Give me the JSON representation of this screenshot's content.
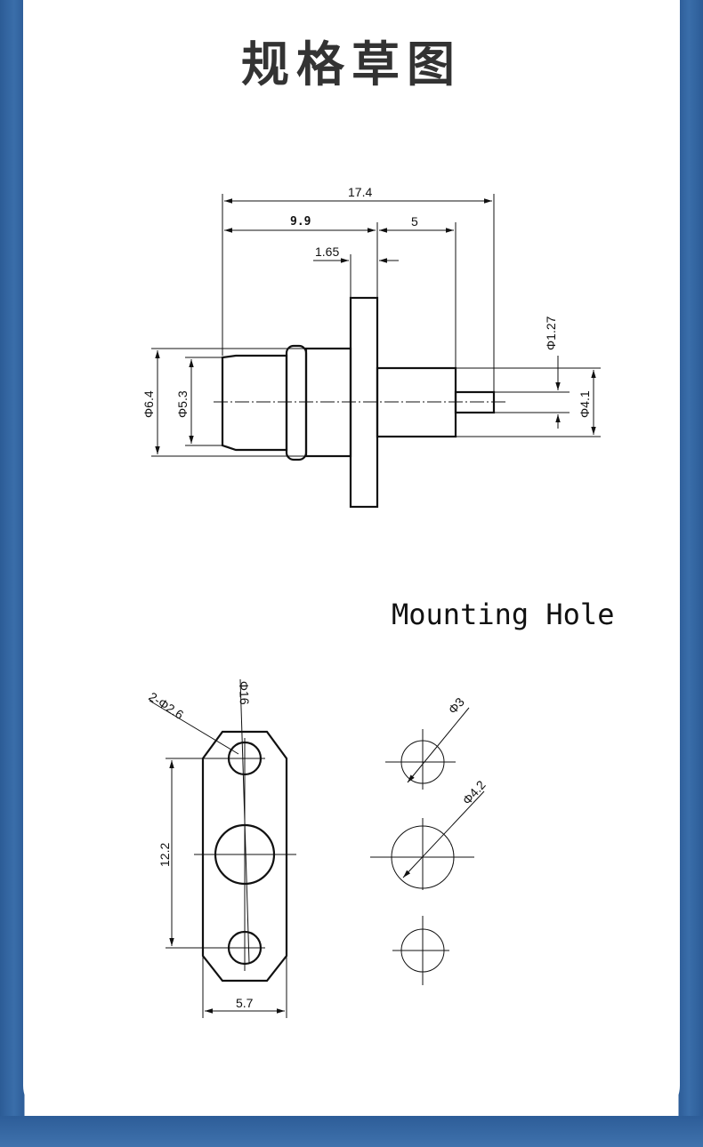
{
  "header": {
    "title": "规格草图"
  },
  "side_view": {
    "dim_total_length": "17.4",
    "dim_front_length": "9.9",
    "dim_rear_length": "5",
    "dim_flange_thickness": "1.65",
    "dim_outer_diameter": "Φ6.4",
    "dim_nose_diameter": "Φ5.3",
    "dim_pin_diameter": "Φ1.27",
    "dim_rear_diameter": "Φ4.1"
  },
  "mounting": {
    "title": "Mounting Hole",
    "flange": {
      "dim_screw_holes": "2-Φ2.6",
      "dim_small": "Φ16",
      "dim_hole_spacing": "12.2",
      "dim_width": "5.7"
    },
    "panel_cutout": {
      "dim_screw_hole": "Φ3",
      "dim_center_hole": "Φ4.2"
    }
  }
}
